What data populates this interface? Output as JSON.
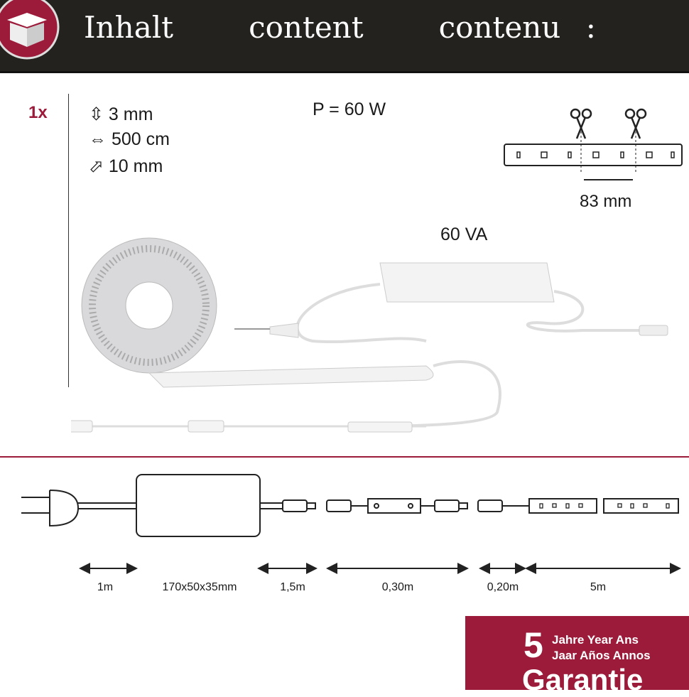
{
  "header": {
    "title": "Inhalt   content   contenu :"
  },
  "quantity": "1x",
  "specs": [
    {
      "icon": "height-arrow-icon",
      "text": "3 mm"
    },
    {
      "icon": "length-arrow-icon",
      "text": "500 cm"
    },
    {
      "icon": "bend-arrow-icon",
      "text": "10 mm"
    }
  ],
  "power": "P = 60 W",
  "cut_spacing": "83 mm",
  "driver_rating": "60 VA",
  "dimensions": [
    "1m",
    "170x50x35mm",
    "1,5m",
    "0,30m",
    "0,20m",
    "5m"
  ],
  "guarantee": {
    "number": "5",
    "line1": "Jahre Year Ans",
    "line2": "Jaar Años Annos",
    "word": "Garantie"
  },
  "colors": {
    "accent": "#9c1b3a",
    "header": "#24221e"
  }
}
